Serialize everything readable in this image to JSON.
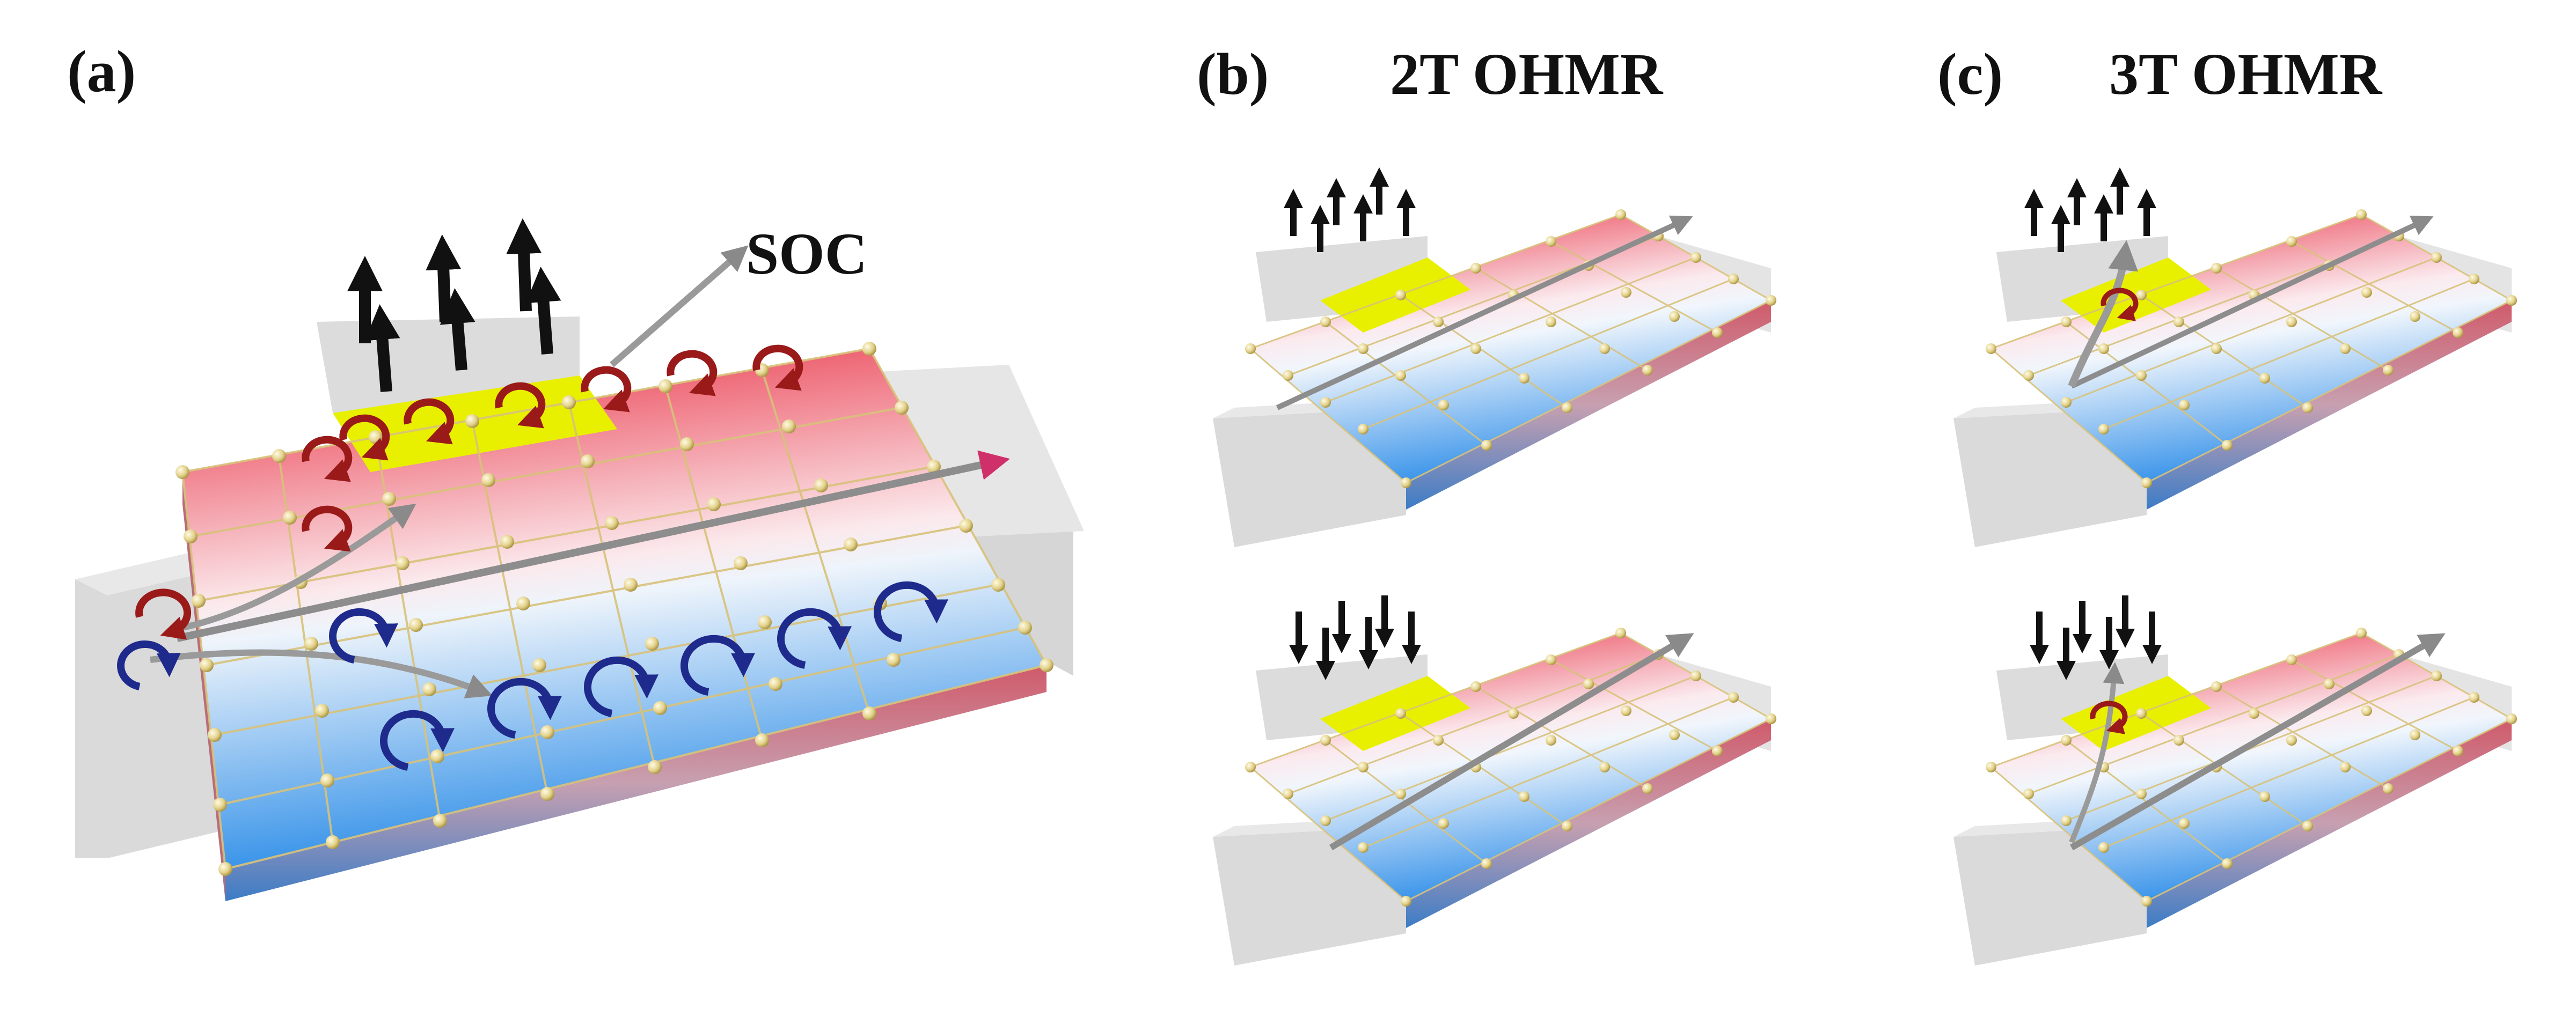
{
  "panels": {
    "a": {
      "label": "(a)",
      "soc_label": "SOC"
    },
    "b": {
      "label": "(b)",
      "title": "2T OHMR"
    },
    "c": {
      "label": "(c)",
      "title": "3T OHMR"
    }
  },
  "colors": {
    "contact_gray": "#d9d9d9",
    "contact_gray_dark": "#bdbdbd",
    "ferromagnet_yellow": "#e8f000",
    "orbital_hall_red": "#e8283c",
    "orbital_hall_blue": "#2e8ee8",
    "orbital_red_arrow": "#9a1a1a",
    "orbital_blue_arrow": "#1e2a8c",
    "current_gray": "#9a9a9a",
    "current_tip": "#d0306a",
    "lattice_line": "#d8c27a",
    "lattice_atom": "#e3d28a"
  },
  "icons": {
    "magnetization": "arrow-up-black",
    "magnetization_reversed": "arrow-down-black",
    "orbital_moment": "curled-arrow",
    "atom": "sphere"
  }
}
